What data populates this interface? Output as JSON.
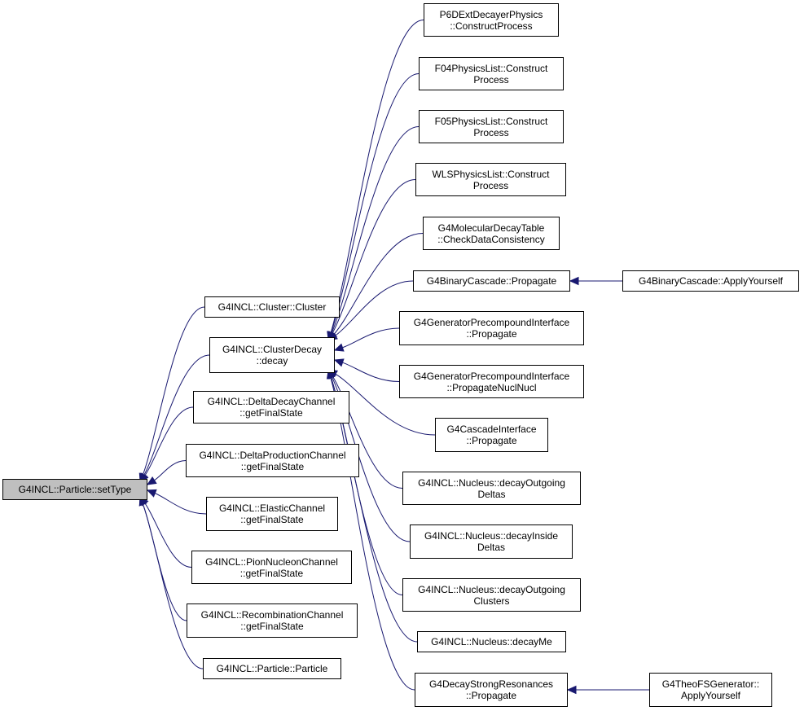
{
  "diagram": {
    "type": "call-graph",
    "colors": {
      "edge": "#191970",
      "box_border": "#000000",
      "root_fill": "#bfbfbf",
      "box_fill": "#ffffff"
    },
    "nodes": {
      "setType": {
        "lines": [
          "G4INCL::Particle::setType"
        ]
      },
      "clusterCtor": {
        "lines": [
          "G4INCL::Cluster::Cluster"
        ]
      },
      "clusterDecay": {
        "lines": [
          "G4INCL::ClusterDecay",
          "::decay"
        ]
      },
      "deltaDecay": {
        "lines": [
          "G4INCL::DeltaDecayChannel",
          "::getFinalState"
        ]
      },
      "deltaProd": {
        "lines": [
          "G4INCL::DeltaProductionChannel",
          "::getFinalState"
        ]
      },
      "elastic": {
        "lines": [
          "G4INCL::ElasticChannel",
          "::getFinalState"
        ]
      },
      "pionNucleon": {
        "lines": [
          "G4INCL::PionNucleonChannel",
          "::getFinalState"
        ]
      },
      "recombination": {
        "lines": [
          "G4INCL::RecombinationChannel",
          "::getFinalState"
        ]
      },
      "particleCtor": {
        "lines": [
          "G4INCL::Particle::Particle"
        ]
      },
      "p6d": {
        "lines": [
          "P6DExtDecayerPhysics",
          "::ConstructProcess"
        ]
      },
      "f04": {
        "lines": [
          "F04PhysicsList::Construct",
          "Process"
        ]
      },
      "f05": {
        "lines": [
          "F05PhysicsList::Construct",
          "Process"
        ]
      },
      "wls": {
        "lines": [
          "WLSPhysicsList::Construct",
          "Process"
        ]
      },
      "molecular": {
        "lines": [
          "G4MolecularDecayTable",
          "::CheckDataConsistency"
        ]
      },
      "binaryProp": {
        "lines": [
          "G4BinaryCascade::Propagate"
        ]
      },
      "binaryApply": {
        "lines": [
          "G4BinaryCascade::ApplyYourself"
        ]
      },
      "genPrecomp": {
        "lines": [
          "G4GeneratorPrecompoundInterface",
          "::Propagate"
        ]
      },
      "genPrecompNN": {
        "lines": [
          "G4GeneratorPrecompoundInterface",
          "::PropagateNuclNucl"
        ]
      },
      "cascadeIface": {
        "lines": [
          "G4CascadeInterface",
          "::Propagate"
        ]
      },
      "decayOutDeltas": {
        "lines": [
          "G4INCL::Nucleus::decayOutgoing",
          "Deltas"
        ]
      },
      "decayInDeltas": {
        "lines": [
          "G4INCL::Nucleus::decayInside",
          "Deltas"
        ]
      },
      "decayOutClusters": {
        "lines": [
          "G4INCL::Nucleus::decayOutgoing",
          "Clusters"
        ]
      },
      "decayMe": {
        "lines": [
          "G4INCL::Nucleus::decayMe"
        ]
      },
      "strongRes": {
        "lines": [
          "G4DecayStrongResonances",
          "::Propagate"
        ]
      },
      "theoFS": {
        "lines": [
          "G4TheoFSGenerator::",
          "ApplyYourself"
        ]
      }
    },
    "edges": [
      {
        "from": "clusterCtor",
        "to": "setType"
      },
      {
        "from": "clusterDecay",
        "to": "setType"
      },
      {
        "from": "deltaDecay",
        "to": "setType"
      },
      {
        "from": "deltaProd",
        "to": "setType"
      },
      {
        "from": "elastic",
        "to": "setType"
      },
      {
        "from": "pionNucleon",
        "to": "setType"
      },
      {
        "from": "recombination",
        "to": "setType"
      },
      {
        "from": "particleCtor",
        "to": "setType"
      },
      {
        "from": "p6d",
        "to": "clusterDecay"
      },
      {
        "from": "f04",
        "to": "clusterDecay"
      },
      {
        "from": "f05",
        "to": "clusterDecay"
      },
      {
        "from": "wls",
        "to": "clusterDecay"
      },
      {
        "from": "molecular",
        "to": "clusterDecay"
      },
      {
        "from": "binaryProp",
        "to": "clusterDecay"
      },
      {
        "from": "genPrecomp",
        "to": "clusterDecay"
      },
      {
        "from": "genPrecompNN",
        "to": "clusterDecay"
      },
      {
        "from": "cascadeIface",
        "to": "clusterDecay"
      },
      {
        "from": "decayOutDeltas",
        "to": "clusterDecay"
      },
      {
        "from": "decayInDeltas",
        "to": "clusterDecay"
      },
      {
        "from": "decayOutClusters",
        "to": "clusterDecay"
      },
      {
        "from": "decayMe",
        "to": "clusterDecay"
      },
      {
        "from": "strongRes",
        "to": "clusterDecay"
      },
      {
        "from": "binaryApply",
        "to": "binaryProp"
      },
      {
        "from": "theoFS",
        "to": "strongRes"
      }
    ]
  }
}
